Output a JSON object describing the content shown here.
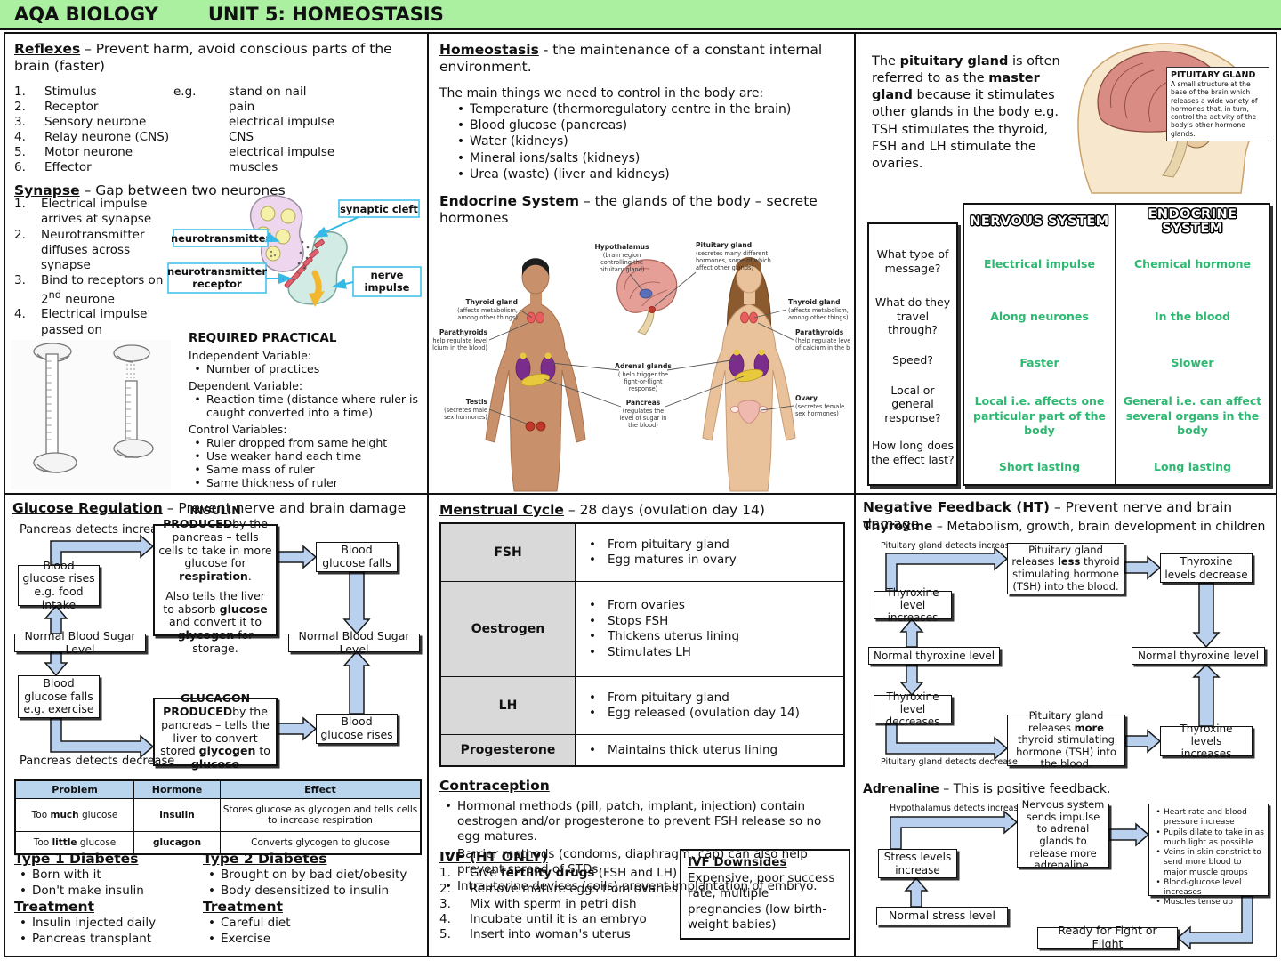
{
  "colors": {
    "header_bg": "#aaf0a0",
    "answer_green": "#2eb872",
    "arrow_fill": "#b9d0ee",
    "table_header_blue": "#b9d5ee",
    "hormone_cell_gray": "#d9d9d9"
  },
  "header": {
    "title": "AQA BIOLOGY",
    "subtitle": "UNIT 5: HOMEOSTASIS"
  },
  "reflexes": {
    "title": "Reflexes",
    "subtitle": "– Prevent harm, avoid conscious parts of the brain (faster)",
    "rows": [
      {
        "num": "1.",
        "label": "Stimulus",
        "mid": "e.g.",
        "value": "stand on nail"
      },
      {
        "num": "2.",
        "label": "Receptor",
        "mid": "",
        "value": "pain"
      },
      {
        "num": "3.",
        "label": "Sensory neurone",
        "mid": "",
        "value": "electrical impulse"
      },
      {
        "num": "4.",
        "label": "Relay neurone (CNS)",
        "mid": "",
        "value": "CNS"
      },
      {
        "num": "5.",
        "label": "Motor neurone",
        "mid": "",
        "value": "electrical impulse"
      },
      {
        "num": "6.",
        "label": "Effector",
        "mid": "",
        "value": "muscles"
      }
    ]
  },
  "synapse": {
    "title": "Synapse",
    "subtitle": "– Gap between two neurones",
    "steps": [
      {
        "num": "1.",
        "text": "Electrical impulse arrives at synapse"
      },
      {
        "num": "2.",
        "text": "Neurotransmitter diffuses across synapse"
      },
      {
        "num": "3.",
        "pre": "Bind to receptors on 2",
        "sup": "nd",
        "post": " neurone"
      },
      {
        "num": "4.",
        "text": "Electrical impulse passed on"
      }
    ],
    "labels": {
      "cleft": "synaptic cleft",
      "nt": "neurotransmitter",
      "receptor1": "neurotransmitter",
      "receptor2": "receptor",
      "impulse1": "nerve",
      "impulse2": "impulse"
    }
  },
  "practical": {
    "title": "REQUIRED PRACTICAL",
    "iv_label": "Independent Variable:",
    "iv_items": [
      "Number of practices"
    ],
    "dv_label": "Dependent Variable:",
    "dv_items": [
      "Reaction time (distance where ruler is caught converted into a time)"
    ],
    "cv_label": "Control Variables:",
    "cv_items": [
      "Ruler dropped from same height",
      "Use weaker hand each time",
      "Same mass of ruler",
      "Same thickness of ruler"
    ]
  },
  "homeostasis": {
    "title": "Homeostasis",
    "subtitle": "- the maintenance of a constant internal environment.",
    "intro": "The main things we need to control in the body are:",
    "items": [
      "Temperature (thermoregulatory centre in the brain)",
      "Blood glucose (pancreas)",
      "Water (kidneys)",
      "Mineral ions/salts (kidneys)",
      "Urea (waste) (liver and kidneys)"
    ],
    "endocrine_title": "Endocrine System",
    "endocrine_subtitle": "– the glands of the body – secrete hormones"
  },
  "endocrine_diagram": {
    "hypothalamus": {
      "name": "Hypothalamus",
      "desc": [
        "(brain region",
        "controlling the",
        "pituitary gland)"
      ]
    },
    "pituitary": {
      "name": "Pituitary gland",
      "desc": [
        "(secretes many different",
        "hormones, some of which",
        "affect other glands)"
      ]
    },
    "thyroid_left": {
      "name": "Thyroid gland",
      "desc": [
        "(affects metabolism,",
        "among other things)"
      ]
    },
    "parathyroids_left": {
      "name": "Parathyroids",
      "desc": [
        "(help regulate level",
        "of calcium in the blood)"
      ]
    },
    "adrenal": {
      "name": "Adrenal glands",
      "desc": [
        "( help trigger the",
        "fight-or-flight",
        "response)"
      ]
    },
    "pancreas": {
      "name": "Pancreas",
      "desc": [
        "(regulates the",
        "level of sugar in",
        "the blood)"
      ]
    },
    "testis": {
      "name": "Testis",
      "desc": [
        "(secretes male",
        "sex hormones)"
      ]
    },
    "thyroid_right": {
      "name": "Thyroid gland",
      "desc": [
        "(affects metabolism,",
        "among other things)"
      ]
    },
    "parathyroids_right": {
      "name": "Parathyroids",
      "desc": [
        "(help regulate level",
        "of calcium in the blood)"
      ]
    },
    "ovary": {
      "name": "Ovary",
      "desc": [
        "(secretes female",
        "sex hormones)"
      ]
    }
  },
  "pituitary_note": {
    "s1": "The ",
    "b1": "pituitary gland",
    "s2": " is often referred to as the ",
    "b2": "master gland",
    "s3": " because it stimulates other glands in the body e.g. TSH stimulates the thyroid, FSH and LH stimulate the ovaries."
  },
  "brain_callout": {
    "title": "PITUITARY GLAND",
    "body": "A small structure at the base of the brain which releases a wide variety of hormones that, in turn, control the activity of the body's other hormone glands."
  },
  "systems_table": {
    "questions": [
      "What type of message?",
      "What do they travel through?",
      "Speed?",
      "Local or general response?",
      "How long does the effect last?"
    ],
    "col1_header": "NERVOUS SYSTEM",
    "col2_header": "ENDOCRINE SYSTEM",
    "rows": [
      {
        "nervous": "Electrical impulse",
        "endocrine": "Chemical hormone"
      },
      {
        "nervous": "Along neurones",
        "endocrine": "In the blood"
      },
      {
        "nervous": "Faster",
        "endocrine": "Slower"
      },
      {
        "nervous": "Local i.e. affects one particular part of the body",
        "endocrine": "General i.e. can affect several organs in the body"
      },
      {
        "nervous": "Short lasting",
        "endocrine": "Long lasting"
      }
    ]
  },
  "glucose": {
    "title": "Glucose Regulation",
    "subtitle": "– Prevent nerve and brain damage",
    "detect_increase": "Pancreas detects increase",
    "detect_decrease": "Pancreas detects decrease",
    "box_rises": "Blood glucose rises e.g. food intake",
    "insulin": {
      "b1": "INSULIN PRODUCED",
      "s1": "by the pancreas – tells cells to take in more glucose for ",
      "b2": "respiration",
      "s2": ".",
      "s3": "Also tells the liver to absorb ",
      "b3": "glucose",
      "s4": " and convert it to ",
      "b4": "glycogen",
      "s5": " for storage."
    },
    "box_falls": "Blood glucose falls",
    "normal_left": "Normal Blood Sugar Level",
    "normal_right": "Normal Blood Sugar Level",
    "box_falls_ex": "Blood glucose falls e.g. exercise",
    "glucagon": {
      "b1": "GLUCAGON PRODUCED",
      "s1": "by the pancreas – tells the liver to convert stored ",
      "b2": "glycogen",
      "s2": " to ",
      "b3": "glucose"
    },
    "box_rises2": "Blood glucose rises",
    "table": {
      "headers": [
        "Problem",
        "Hormone",
        "Effect"
      ],
      "rows": [
        {
          "p1": "Too ",
          "pb": "much",
          "p2": " glucose",
          "hormone": "insulin",
          "effect": "Stores glucose as glycogen and tells cells to increase respiration"
        },
        {
          "p1": "Too ",
          "pb": "little",
          "p2": " glucose",
          "hormone": "glucagon",
          "effect": "Converts glycogen to glucose"
        }
      ]
    },
    "type1": {
      "title": "Type 1 Diabetes",
      "points": [
        "Born with it",
        "Don't make insulin"
      ],
      "treatment_title": "Treatment",
      "treatments": [
        "Insulin injected daily",
        "Pancreas transplant"
      ]
    },
    "type2": {
      "title": "Type 2 Diabetes",
      "points": [
        "Brought on by bad diet/obesity",
        "Body desensitized to insulin"
      ],
      "treatment_title": "Treatment",
      "treatments": [
        "Careful diet",
        "Exercise"
      ]
    }
  },
  "menstrual": {
    "title": "Menstrual Cycle",
    "subtitle": "– 28 days (ovulation day 14)",
    "rows": [
      {
        "hormone": "FSH",
        "points": [
          "From pituitary gland",
          "Egg matures in ovary"
        ]
      },
      {
        "hormone": "Oestrogen",
        "points": [
          "From ovaries",
          "Stops FSH",
          "Thickens uterus lining",
          "Stimulates LH"
        ]
      },
      {
        "hormone": "LH",
        "points": [
          "From pituitary gland",
          "Egg released (ovulation day 14)"
        ]
      },
      {
        "hormone": "Progesterone",
        "points": [
          "Maintains thick uterus lining"
        ]
      }
    ],
    "contraception": {
      "title": "Contraception",
      "points": [
        "Hormonal methods (pill, patch, implant, injection) contain oestrogen and/or progesterone to prevent FSH release so no egg matures.",
        "Barrier methods (condoms, diaphragm, cap) can also help prevent spread of STDs.",
        "Intrauterine devices (coils) prevent implantation of embryo."
      ]
    },
    "ivf": {
      "title": "IVF (HT ONLY)",
      "steps": [
        {
          "num": "1.",
          "s1": "Give ",
          "b": "fertility drugs",
          "s2": " (FSH and LH)"
        },
        {
          "num": "2.",
          "text": "Remove mature eggs from ovaries"
        },
        {
          "num": "3.",
          "text": "Mix with sperm in petri dish"
        },
        {
          "num": "4.",
          "text": "Incubate until it is an embryo"
        },
        {
          "num": "5.",
          "text": "Insert into woman's uterus"
        }
      ]
    },
    "ivf_downsides": {
      "title": "IVF Downsides",
      "text": "Expensive, poor success rate, multiple pregnancies (low birth-weight babies)"
    }
  },
  "feedback": {
    "title": "Negative Feedback (HT)",
    "subtitle": "– Prevent nerve and brain damage",
    "thyroxine_b": "Thyroxine",
    "thyroxine_s": "– Metabolism, growth, brain development in children",
    "detect_increase": "Pituitary gland detects increase",
    "detect_decrease": "Pituitary gland detects decrease",
    "tsh_less": {
      "s1": "Pituitary gland releases ",
      "b": "less",
      "s2": " thyroid stimulating hormone (TSH) into the blood."
    },
    "tsh_more": {
      "s1": "Pituitary gland releases ",
      "b": "more",
      "s2": " thyroid stimulating hormone (TSH) into the blood."
    },
    "levels_decrease": "Thyroxine levels decrease",
    "level_increases": "Thyroxine level increases",
    "normal_left": "Normal thyroxine level",
    "normal_right": "Normal thyroxine level",
    "level_decreases": "Thyroxine level decreases",
    "levels_increases": "Thyroxine levels increases",
    "adrenaline_b": "Adrenaline",
    "adrenaline_s": "– This is positive feedback.",
    "hypo_detect": "Hypothalamus detects increase",
    "stress_increase": "Stress levels increase",
    "nervous_box": "Nervous system sends impulse to adrenal glands to release more adrenaline.",
    "effects": [
      "Heart rate and blood pressure increase",
      "Pupils dilate to take in as much light as possible",
      "Veins in skin constrict to send more blood to major muscle groups",
      "Blood-glucose level increases",
      "Muscles tense up"
    ],
    "normal_stress": "Normal stress level",
    "ready": "Ready for Fight or Flight"
  }
}
